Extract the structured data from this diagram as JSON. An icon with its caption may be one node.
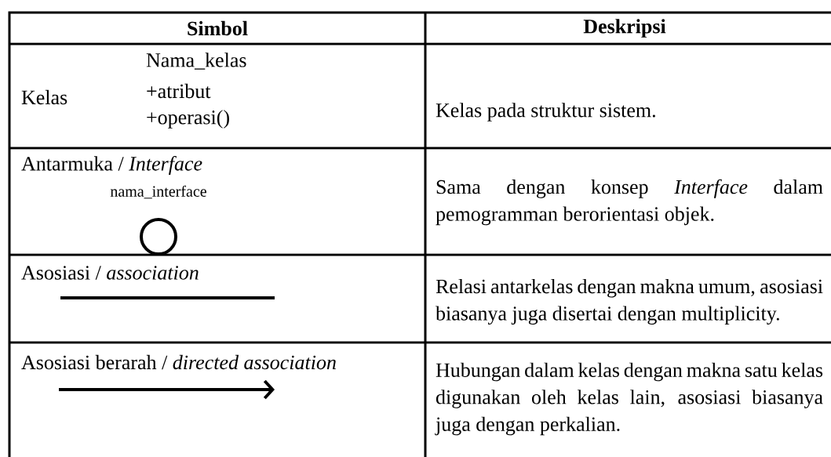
{
  "diagram": {
    "labels": [
      "Simbol",
      "Deskripsi",
      "Kelas",
      "Nama_kelas",
      "+atribut",
      "+operasi()",
      "Kelas pada struktur sistem.",
      "Antarmuka / *Interface*",
      "nama_interface",
      "Sama dengan konsep *Interface* dalam pemogramman berorientasi objek.",
      "Asosiasi / *association*",
      "Relasi antarkelas dengan makna umum, asosiasi biasanya juga disertai dengan multiplicity.",
      "Asosiasi berarah / *directed association*",
      "Hubungan dalam kelas dengan makna satu kelas digunakan oleh kelas lain, asosiasi biasanya juga dengan perkalian."
    ]
  }
}
